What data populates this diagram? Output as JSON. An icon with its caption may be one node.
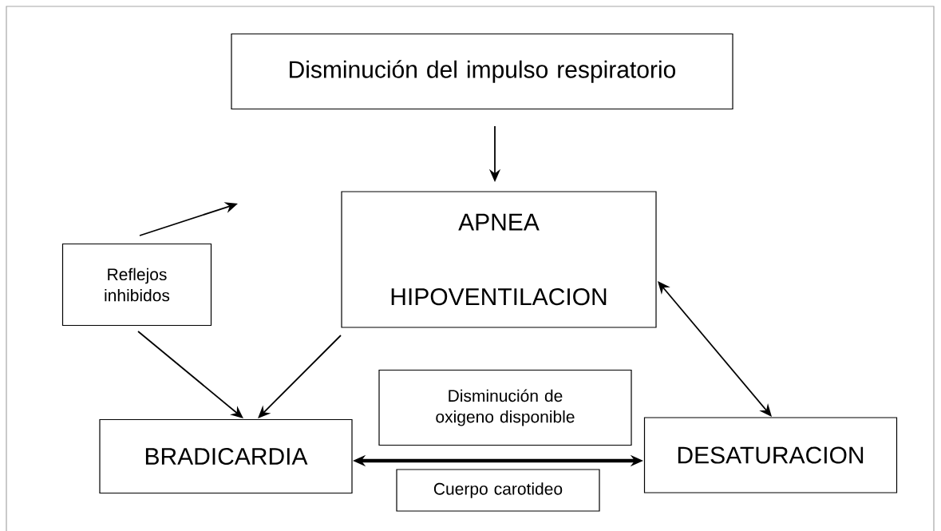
{
  "diagram": {
    "nodes": [
      {
        "text": [
          "Disminución del impulso respiratorio"
        ]
      },
      {
        "text": [
          "APNEA",
          "HIPOVENTILACION"
        ]
      },
      {
        "text": [
          "Reflejos inhibidos"
        ]
      },
      {
        "text": [
          "BRADICARDIA"
        ]
      },
      {
        "text": [
          "Disminución de oxigeno disponible"
        ]
      },
      {
        "text": [
          "DESATURACION"
        ]
      },
      {
        "text": [
          "Cuerpo carotideo"
        ]
      }
    ],
    "edges": [
      {
        "from": 0,
        "to": 1,
        "arrow": "to"
      },
      {
        "from": 2,
        "to": null,
        "arrow": "to"
      },
      {
        "from": 2,
        "to": 3,
        "arrow": "to"
      },
      {
        "from": 1,
        "to": 3,
        "arrow": "to"
      },
      {
        "from": 1,
        "to": 5,
        "arrow": "both"
      },
      {
        "from": 3,
        "to": 5,
        "arrow": "both",
        "style": "thick"
      }
    ]
  }
}
